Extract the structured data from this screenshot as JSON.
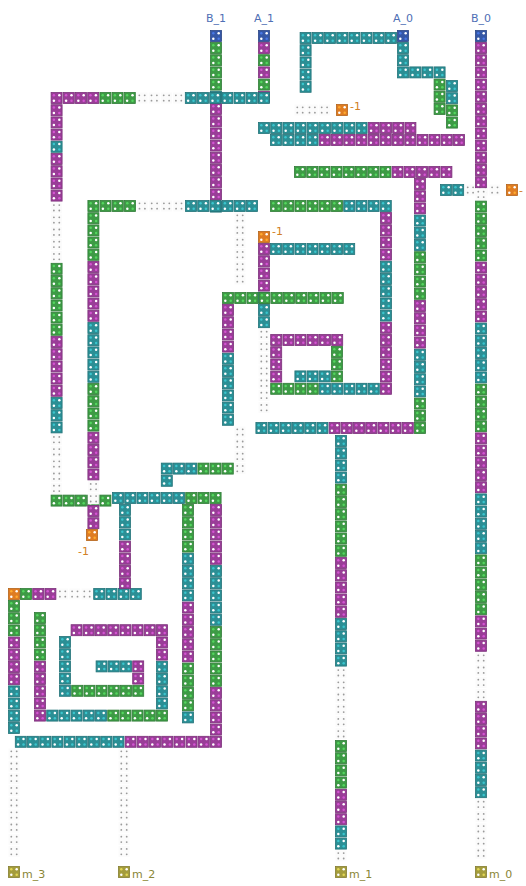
{
  "diagram": {
    "labels": [
      "B_1",
      "A_1",
      "A_0",
      "B_0",
      "-1",
      "-",
      "-1",
      "-1",
      "m_3",
      "m_2",
      "m_1",
      "m_0"
    ]
  }
}
